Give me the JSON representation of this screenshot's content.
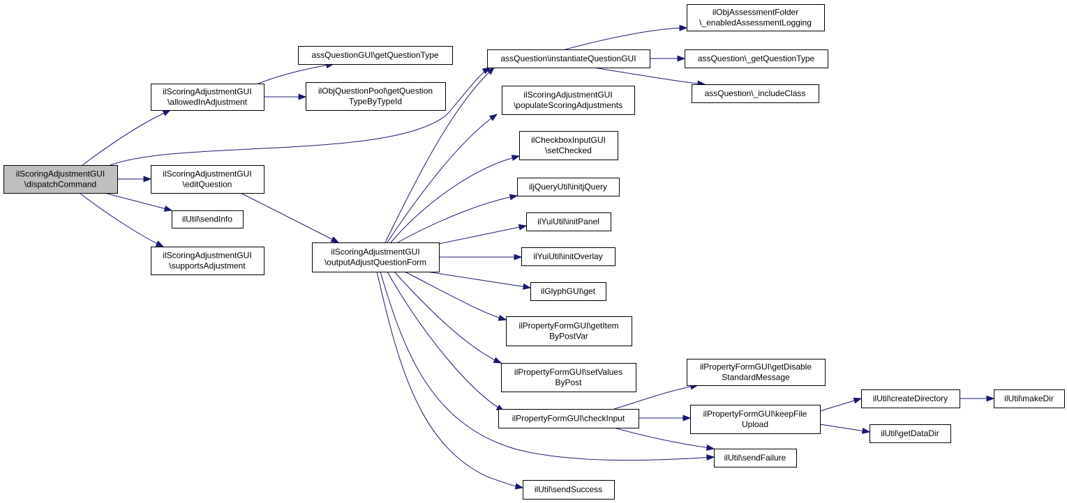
{
  "diagram": {
    "nodes": {
      "dispatch": [
        "ilScoringAdjustmentGUI",
        "\\dispatchCommand"
      ],
      "allowed": [
        "ilScoringAdjustmentGUI",
        "\\allowedInAdjustment"
      ],
      "editQ": [
        "ilScoringAdjustmentGUI",
        "\\editQuestion"
      ],
      "sendInfo": [
        "ilUtil\\sendInfo"
      ],
      "supports": [
        "ilScoringAdjustmentGUI",
        "\\supportsAdjustment"
      ],
      "assGetType": [
        "assQuestionGUI\\getQuestionType"
      ],
      "poolGetType": [
        "ilObjQuestionPool\\getQuestion",
        "TypeByTypeId"
      ],
      "instantiate": [
        "assQuestion\\instantiateQuestionGUI"
      ],
      "outputForm": [
        "ilScoringAdjustmentGUI",
        "\\outputAdjustQuestionForm"
      ],
      "enabledLog": [
        "ilObjAssessmentFolder",
        "\\_enabledAssessmentLogging"
      ],
      "getQType": [
        "assQuestion\\_getQuestionType"
      ],
      "includeClass": [
        "assQuestion\\_includeClass"
      ],
      "populate": [
        "ilScoringAdjustmentGUI",
        "\\populateScoringAdjustments"
      ],
      "setChecked": [
        "ilCheckboxInputGUI",
        "\\setChecked"
      ],
      "jquery": [
        "iljQueryUtil\\initjQuery"
      ],
      "initPanel": [
        "ilYuiUtil\\initPanel"
      ],
      "initOverlay": [
        "ilYuiUtil\\initOverlay"
      ],
      "glyph": [
        "ilGlyphGUI\\get"
      ],
      "getItem": [
        "ilPropertyFormGUI\\getItem",
        "ByPostVar"
      ],
      "setValues": [
        "ilPropertyFormGUI\\setValues",
        "ByPost"
      ],
      "checkInput": [
        "ilPropertyFormGUI\\checkInput"
      ],
      "sendSuccess": [
        "ilUtil\\sendSuccess"
      ],
      "disableMsg": [
        "ilPropertyFormGUI\\getDisable",
        "StandardMessage"
      ],
      "keepFile": [
        "ilPropertyFormGUI\\keepFile",
        "Upload"
      ],
      "sendFailure": [
        "ilUtil\\sendFailure"
      ],
      "createDir": [
        "ilUtil\\createDirectory"
      ],
      "dataDir": [
        "ilUtil\\getDataDir"
      ],
      "makeDir": [
        "ilUtil\\makeDir"
      ]
    },
    "edges": [
      [
        "dispatch",
        "allowed"
      ],
      [
        "dispatch",
        "instantiate"
      ],
      [
        "dispatch",
        "editQ"
      ],
      [
        "dispatch",
        "sendInfo"
      ],
      [
        "dispatch",
        "supports"
      ],
      [
        "allowed",
        "assGetType"
      ],
      [
        "allowed",
        "poolGetType"
      ],
      [
        "editQ",
        "outputForm"
      ],
      [
        "outputForm",
        "instantiate"
      ],
      [
        "outputForm",
        "populate"
      ],
      [
        "outputForm",
        "setChecked"
      ],
      [
        "outputForm",
        "jquery"
      ],
      [
        "outputForm",
        "initPanel"
      ],
      [
        "outputForm",
        "initOverlay"
      ],
      [
        "outputForm",
        "glyph"
      ],
      [
        "outputForm",
        "getItem"
      ],
      [
        "outputForm",
        "setValues"
      ],
      [
        "outputForm",
        "checkInput"
      ],
      [
        "outputForm",
        "sendFailure"
      ],
      [
        "outputForm",
        "sendSuccess"
      ],
      [
        "instantiate",
        "enabledLog"
      ],
      [
        "instantiate",
        "getQType"
      ],
      [
        "instantiate",
        "includeClass"
      ],
      [
        "checkInput",
        "disableMsg"
      ],
      [
        "checkInput",
        "keepFile"
      ],
      [
        "checkInput",
        "sendFailure"
      ],
      [
        "keepFile",
        "createDir"
      ],
      [
        "keepFile",
        "dataDir"
      ],
      [
        "createDir",
        "makeDir"
      ]
    ]
  }
}
